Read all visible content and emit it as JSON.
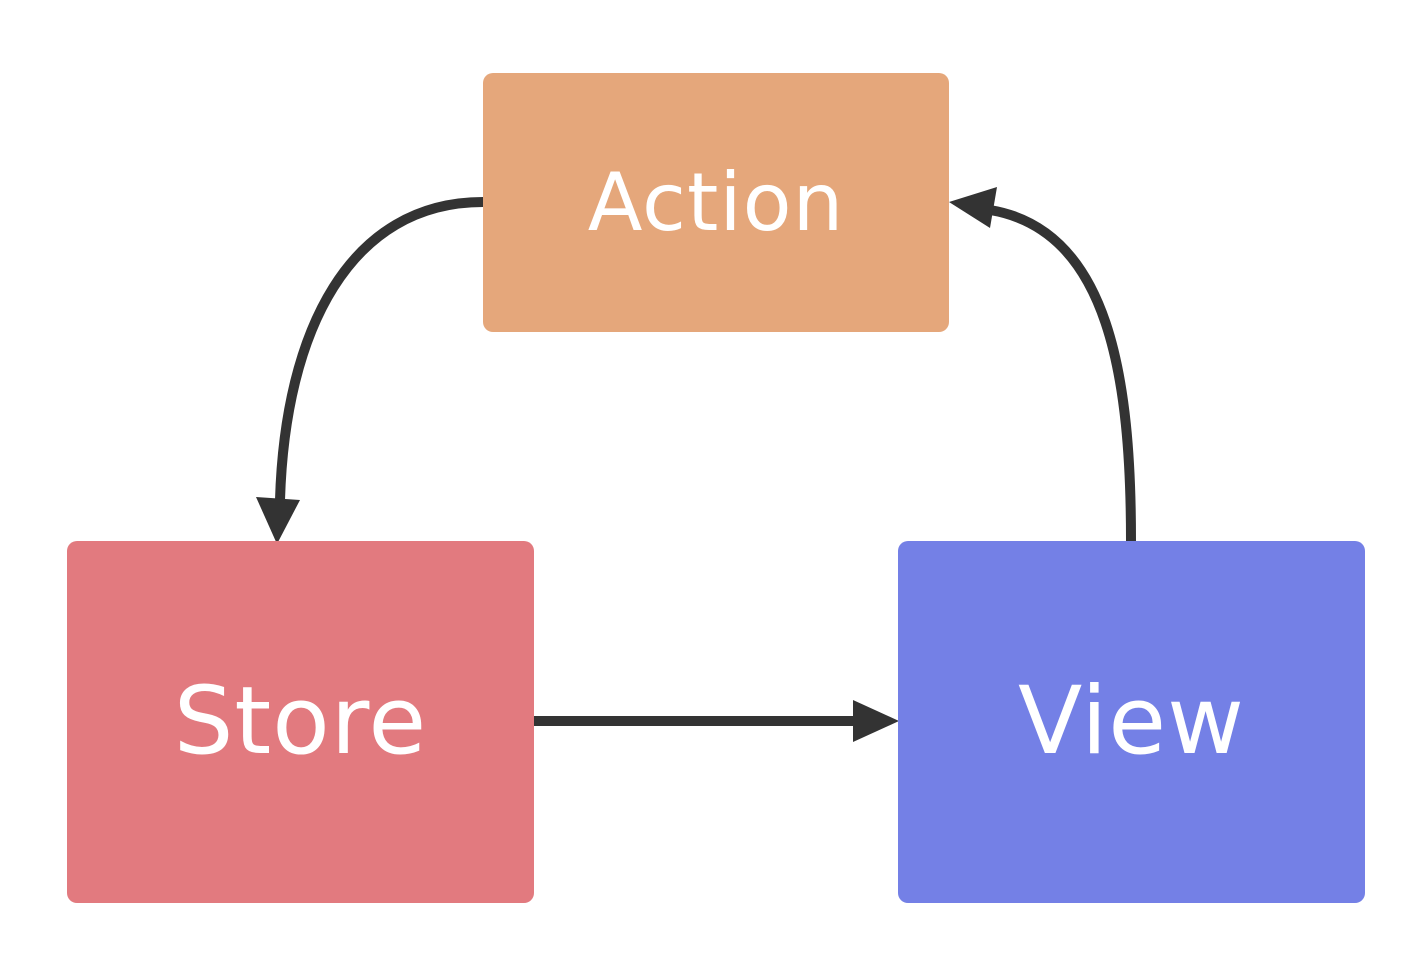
{
  "nodes": {
    "action": {
      "label": "Action",
      "color": "#e5a77b"
    },
    "store": {
      "label": "Store",
      "color": "#e27a7f"
    },
    "view": {
      "label": "View",
      "color": "#7480e6"
    }
  },
  "edges": [
    {
      "from": "action",
      "to": "store"
    },
    {
      "from": "store",
      "to": "view"
    },
    {
      "from": "view",
      "to": "action"
    }
  ],
  "edge_color": "#333333"
}
